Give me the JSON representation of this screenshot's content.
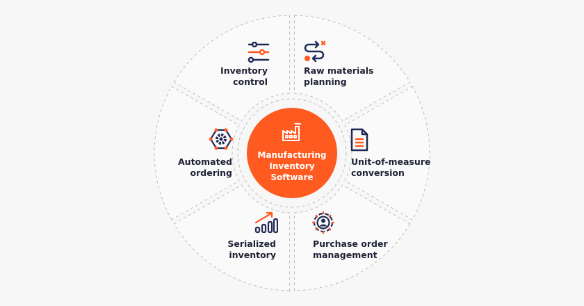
{
  "center": {
    "lines": [
      "Manufacturing",
      "Inventory",
      "Software"
    ],
    "icon": "factory-icon"
  },
  "segments": [
    {
      "id": "inventory-control",
      "lines": [
        "Inventory",
        "control"
      ],
      "icon": "sliders-icon"
    },
    {
      "id": "raw-materials-planning",
      "lines": [
        "Raw materials",
        "planning"
      ],
      "icon": "route-icon"
    },
    {
      "id": "unit-of-measure-conversion",
      "lines": [
        "Unit-of-measure",
        "conversion"
      ],
      "icon": "document-icon"
    },
    {
      "id": "purchase-order-management",
      "lines": [
        "Purchase order",
        "management"
      ],
      "icon": "user-target-icon"
    },
    {
      "id": "serialized-inventory",
      "lines": [
        "Serialized",
        "inventory"
      ],
      "icon": "growth-chart-icon"
    },
    {
      "id": "automated-ordering",
      "lines": [
        "Automated",
        "ordering"
      ],
      "icon": "gear-hexagon-icon"
    }
  ],
  "colors": {
    "accent": "#ff5a1f",
    "navy": "#1e2a55",
    "dash": "#bdbdbd",
    "background": "#f7f7f7"
  }
}
